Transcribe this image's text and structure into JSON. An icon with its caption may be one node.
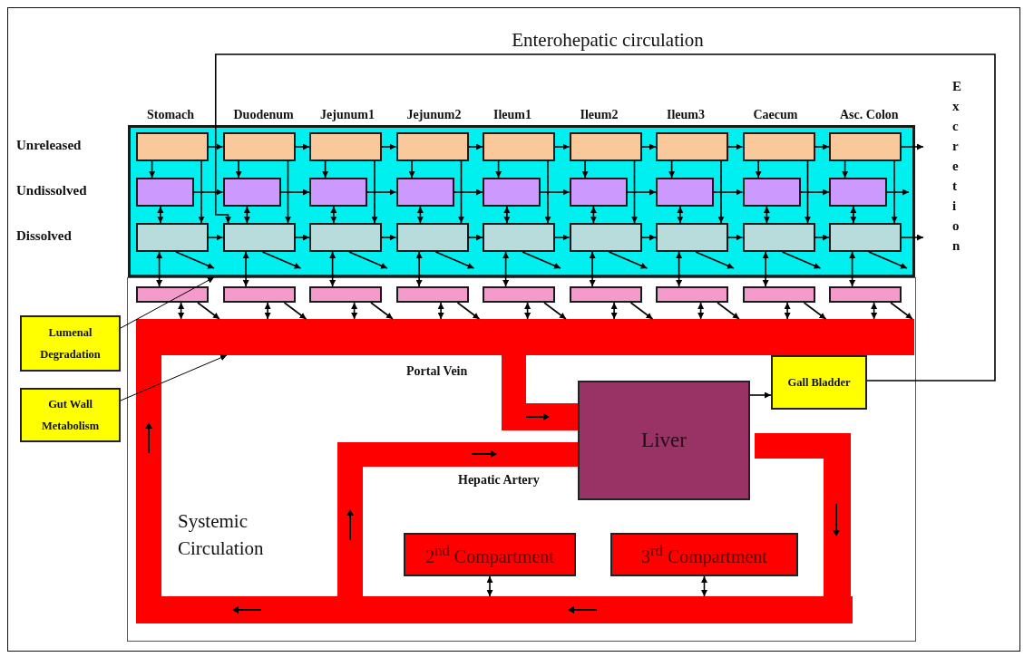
{
  "diagram": {
    "nodes": [
      {
        "text": [],
        "shape": "box"
      },
      {
        "text": [],
        "shape": "box",
        "in": 0
      },
      {
        "text": [],
        "shape": "box",
        "in": 0
      },
      {
        "text": [],
        "shape": "box",
        "in": 0
      },
      {
        "text": [],
        "shape": "box",
        "in": 0
      },
      {
        "text": [],
        "shape": "box",
        "in": 0
      },
      {
        "text": [],
        "shape": "box",
        "in": 0
      },
      {
        "text": [],
        "shape": "box",
        "in": 0
      },
      {
        "text": [],
        "shape": "box",
        "in": 0
      },
      {
        "text": [],
        "shape": "box",
        "in": 0
      },
      {
        "text": [],
        "shape": "box",
        "in": 0
      },
      {
        "text": [],
        "shape": "box",
        "in": 0
      },
      {
        "text": [],
        "shape": "box",
        "in": 0
      },
      {
        "text": [],
        "shape": "box",
        "in": 0
      },
      {
        "text": [],
        "shape": "box",
        "in": 0
      },
      {
        "text": [],
        "shape": "box",
        "in": 0
      },
      {
        "text": [],
        "shape": "box",
        "in": 0
      },
      {
        "text": [],
        "shape": "box",
        "in": 0
      },
      {
        "text": [],
        "shape": "box",
        "in": 0
      },
      {
        "text": [],
        "shape": "box",
        "in": 0
      },
      {
        "text": [],
        "shape": "box",
        "in": 0
      },
      {
        "text": [],
        "shape": "box",
        "in": 0
      },
      {
        "text": [],
        "shape": "box",
        "in": 0
      },
      {
        "text": [],
        "shape": "box",
        "in": 0
      },
      {
        "text": [],
        "shape": "box",
        "in": 0
      },
      {
        "text": [],
        "shape": "box",
        "in": 0
      },
      {
        "text": [],
        "shape": "box",
        "in": 0
      },
      {
        "text": [],
        "shape": "box",
        "in": 0
      },
      {
        "text": [],
        "shape": "box"
      },
      {
        "text": [],
        "shape": "box"
      },
      {
        "text": [],
        "shape": "box"
      },
      {
        "text": [],
        "shape": "box"
      },
      {
        "text": [],
        "shape": "box"
      },
      {
        "text": [],
        "shape": "box"
      },
      {
        "text": [],
        "shape": "box"
      },
      {
        "text": [],
        "shape": "box"
      },
      {
        "text": [],
        "shape": "box"
      },
      {
        "text": [
          "Lumenal Degradation"
        ]
      },
      {
        "text": [
          "Gut Wall Metabolism"
        ]
      },
      {
        "text": [],
        "shape": "bar"
      },
      {
        "text": [
          "Gall Bladder"
        ]
      },
      {
        "text": [
          "Liver"
        ]
      },
      {
        "text": [
          "2$^{nd}$ Compartment"
        ]
      },
      {
        "text": [
          "3$^{rd}$ Compartment"
        ]
      },
      {
        "text": [],
        "shape": "bar"
      }
    ],
    "edges": [
      {
        "from": 1,
        "to": 2,
        "arrow": "to"
      },
      {
        "from": 10,
        "to": 11,
        "arrow": "to"
      },
      {
        "from": 19,
        "to": 20,
        "arrow": "to"
      },
      {
        "from": 1,
        "to": 10,
        "arrow": "to"
      },
      {
        "from": 1,
        "to": 19,
        "arrow": "to"
      },
      {
        "from": 10,
        "to": 19,
        "arrow": "both"
      },
      {
        "from": 19,
        "to": 28,
        "arrow": "both"
      },
      {
        "from": 19,
        "to": null,
        "arrow": "to"
      },
      {
        "from": 28,
        "to": 39,
        "arrow": "both"
      },
      {
        "from": 28,
        "to": 39,
        "arrow": "to"
      },
      {
        "from": 2,
        "to": 3,
        "arrow": "to"
      },
      {
        "from": 11,
        "to": 12,
        "arrow": "to"
      },
      {
        "from": 20,
        "to": 21,
        "arrow": "to"
      },
      {
        "from": 2,
        "to": 11,
        "arrow": "to"
      },
      {
        "from": 2,
        "to": 20,
        "arrow": "to"
      },
      {
        "from": 11,
        "to": 20,
        "arrow": "both"
      },
      {
        "from": 20,
        "to": 29,
        "arrow": "both"
      },
      {
        "from": 20,
        "to": null,
        "arrow": "to"
      },
      {
        "from": 29,
        "to": 39,
        "arrow": "both"
      },
      {
        "from": 29,
        "to": 39,
        "arrow": "to"
      },
      {
        "from": 3,
        "to": 4,
        "arrow": "to"
      },
      {
        "from": 12,
        "to": 13,
        "arrow": "to"
      },
      {
        "from": 21,
        "to": 22,
        "arrow": "to"
      },
      {
        "from": 3,
        "to": 12,
        "arrow": "to"
      },
      {
        "from": 3,
        "to": 21,
        "arrow": "to"
      },
      {
        "from": 12,
        "to": 21,
        "arrow": "both"
      },
      {
        "from": 21,
        "to": 30,
        "arrow": "both"
      },
      {
        "from": 21,
        "to": null,
        "arrow": "to"
      },
      {
        "from": 30,
        "to": 39,
        "arrow": "both"
      },
      {
        "from": 30,
        "to": 39,
        "arrow": "to"
      },
      {
        "from": 4,
        "to": 5,
        "arrow": "to"
      },
      {
        "from": 13,
        "to": 14,
        "arrow": "to"
      },
      {
        "from": 22,
        "to": 23,
        "arrow": "to"
      },
      {
        "from": 4,
        "to": 13,
        "arrow": "to"
      },
      {
        "from": 4,
        "to": 22,
        "arrow": "to"
      },
      {
        "from": 13,
        "to": 22,
        "arrow": "both"
      },
      {
        "from": 22,
        "to": 31,
        "arrow": "both"
      },
      {
        "from": 22,
        "to": null,
        "arrow": "to"
      },
      {
        "from": 31,
        "to": 39,
        "arrow": "both"
      },
      {
        "from": 31,
        "to": 39,
        "arrow": "to"
      },
      {
        "from": 5,
        "to": 6,
        "arrow": "to"
      },
      {
        "from": 14,
        "to": 15,
        "arrow": "to"
      },
      {
        "from": 23,
        "to": 24,
        "arrow": "to"
      },
      {
        "from": 5,
        "to": 14,
        "arrow": "to"
      },
      {
        "from": 5,
        "to": 23,
        "arrow": "to"
      },
      {
        "from": 14,
        "to": 23,
        "arrow": "both"
      },
      {
        "from": 23,
        "to": 32,
        "arrow": "both"
      },
      {
        "from": 23,
        "to": null,
        "arrow": "to"
      },
      {
        "from": 32,
        "to": 39,
        "arrow": "both"
      },
      {
        "from": 32,
        "to": 39,
        "arrow": "to"
      },
      {
        "from": 6,
        "to": 7,
        "arrow": "to"
      },
      {
        "from": 15,
        "to": 16,
        "arrow": "to"
      },
      {
        "from": 24,
        "to": 25,
        "arrow": "to"
      },
      {
        "from": 6,
        "to": 15,
        "arrow": "to"
      },
      {
        "from": 6,
        "to": 24,
        "arrow": "to"
      },
      {
        "from": 15,
        "to": 24,
        "arrow": "both"
      },
      {
        "from": 24,
        "to": 33,
        "arrow": "both"
      },
      {
        "from": 24,
        "to": null,
        "arrow": "to"
      },
      {
        "from": 33,
        "to": 39,
        "arrow": "both"
      },
      {
        "from": 33,
        "to": 39,
        "arrow": "to"
      },
      {
        "from": 7,
        "to": 8,
        "arrow": "to"
      },
      {
        "from": 16,
        "to": 17,
        "arrow": "to"
      },
      {
        "from": 25,
        "to": 26,
        "arrow": "to"
      },
      {
        "from": 7,
        "to": 16,
        "arrow": "to"
      },
      {
        "from": 7,
        "to": 25,
        "arrow": "to"
      },
      {
        "from": 16,
        "to": 25,
        "arrow": "both"
      },
      {
        "from": 25,
        "to": 34,
        "arrow": "both"
      },
      {
        "from": 25,
        "to": null,
        "arrow": "to"
      },
      {
        "from": 34,
        "to": 39,
        "arrow": "both"
      },
      {
        "from": 34,
        "to": 39,
        "arrow": "to"
      },
      {
        "from": 8,
        "to": 9,
        "arrow": "to"
      },
      {
        "from": 17,
        "to": 18,
        "arrow": "to"
      },
      {
        "from": 26,
        "to": 27,
        "arrow": "to"
      },
      {
        "from": 8,
        "to": 17,
        "arrow": "to"
      },
      {
        "from": 8,
        "to": 26,
        "arrow": "to"
      },
      {
        "from": 17,
        "to": 26,
        "arrow": "both"
      },
      {
        "from": 26,
        "to": 35,
        "arrow": "both"
      },
      {
        "from": 26,
        "to": null,
        "arrow": "to"
      },
      {
        "from": 35,
        "to": 39,
        "arrow": "both"
      },
      {
        "from": 35,
        "to": 39,
        "arrow": "to"
      },
      {
        "from": 9,
        "to": null,
        "arrow": "to"
      },
      {
        "from": 18,
        "to": null,
        "arrow": "to"
      },
      {
        "from": 27,
        "to": null,
        "arrow": "to"
      },
      {
        "from": 9,
        "to": 18,
        "arrow": "to"
      },
      {
        "from": 9,
        "to": 27,
        "arrow": "to"
      },
      {
        "from": 18,
        "to": 27,
        "arrow": "both"
      },
      {
        "from": 27,
        "to": 36,
        "arrow": "both"
      },
      {
        "from": 27,
        "to": null,
        "arrow": "to"
      },
      {
        "from": 36,
        "to": 39,
        "arrow": "both"
      },
      {
        "from": 36,
        "to": 39,
        "arrow": "to"
      },
      {
        "from": 40,
        "to": 20,
        "arrow": "to",
        "label": "Enterohepatic circulation"
      },
      {
        "from": 41,
        "to": 40,
        "arrow": "to"
      },
      {
        "from": 37,
        "to": 0,
        "arrow": "to"
      },
      {
        "from": 38,
        "to": 39,
        "arrow": "to"
      },
      {
        "from": 42,
        "to": 44,
        "arrow": "both"
      },
      {
        "from": 43,
        "to": 44,
        "arrow": "both"
      }
    ],
    "labels": [
      "Stomach",
      "Duodenum",
      "Jejunum1",
      "Jejunum2",
      "Ileum1",
      "Ileum2",
      "Ileum3",
      "Caecum",
      "Asc. Colon",
      "Excretion",
      "Unreleased",
      "Undissolved",
      "Dissolved",
      "Portal Vein",
      "Hepatic Artery",
      "Systemic Circulation"
    ]
  }
}
